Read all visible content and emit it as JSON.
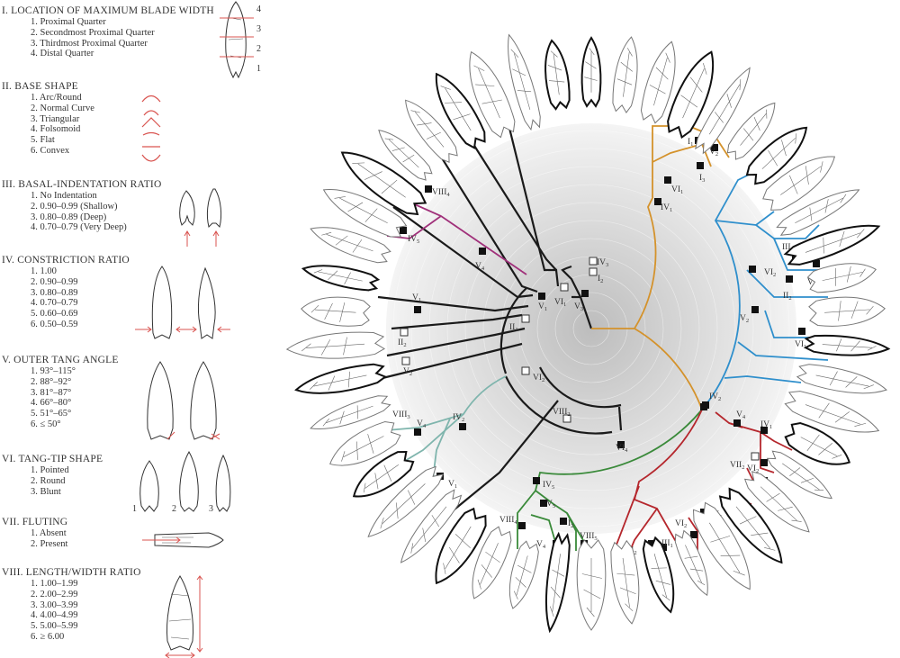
{
  "legend": [
    {
      "title": "I. LOCATION OF MAXIMUM BLADE WIDTH",
      "options": [
        "1. Proximal Quarter",
        "2. Secondmost Proximal Quarter",
        "3. Thirdmost Proximal Quarter",
        "4. Distal Quarter"
      ],
      "fig_numbers": [
        "4",
        "3",
        "2",
        "1"
      ]
    },
    {
      "title": "II. BASE SHAPE",
      "options": [
        "1. Arc/Round",
        "2. Normal Curve",
        "3. Triangular",
        "4. Folsomoid",
        "5. Flat",
        "6. Convex"
      ]
    },
    {
      "title": "III. BASAL-INDENTATION RATIO",
      "options": [
        "1. No Indentation",
        "2. 0.90–0.99 (Shallow)",
        "3. 0.80–0.89 (Deep)",
        "4. 0.70–0.79 (Very Deep)"
      ]
    },
    {
      "title": "IV. CONSTRICTION RATIO",
      "options": [
        "1. 1.00",
        "2. 0.90–0.99",
        "3. 0.80–0.89",
        "4. 0.70–0.79",
        "5. 0.60–0.69",
        "6. 0.50–0.59"
      ]
    },
    {
      "title": "V. OUTER TANG ANGLE",
      "options": [
        "1. 93°–115°",
        "2. 88°–92°",
        "3. 81°–87°",
        "4. 66°–80°",
        "5. 51°–65°",
        "6. ≤ 50°"
      ]
    },
    {
      "title": "VI. TANG-TIP SHAPE",
      "options": [
        "1. Pointed",
        "2. Round",
        "3. Blunt"
      ],
      "fig_numbers": [
        "1",
        "2",
        "3"
      ]
    },
    {
      "title": "VII. FLUTING",
      "options": [
        "1. Absent",
        "2. Present"
      ]
    },
    {
      "title": "VIII. LENGTH/WIDTH RATIO",
      "options": [
        "1. 1.00–1.99",
        "2. 2.00–2.99",
        "3. 3.00–3.99",
        "4. 4.00–4.99",
        "5. 5.00–5.99",
        "6. ≥ 6.00"
      ]
    }
  ],
  "colors": {
    "orange": "#d4922b",
    "blue": "#2f8fcc",
    "purple": "#a0307a",
    "teal": "#7fb5ad",
    "green": "#3a8a3a",
    "red": "#b5272d",
    "black": "#1a1a1a",
    "legend_red": "#d9534f"
  },
  "tree_labels": [
    {
      "r": "IV",
      "s": "3"
    },
    {
      "r": "I",
      "s": "2"
    },
    {
      "r": "VI",
      "s": "1"
    },
    {
      "r": "V",
      "s": "1"
    },
    {
      "r": "V",
      "s": "3"
    },
    {
      "r": "II",
      "s": "1"
    },
    {
      "r": "V",
      "s": "1"
    },
    {
      "r": "II",
      "s": "2"
    },
    {
      "r": "V",
      "s": "2"
    },
    {
      "r": "VI",
      "s": "2"
    },
    {
      "r": "VIII",
      "s": "2"
    },
    {
      "r": "VIII",
      "s": "4"
    },
    {
      "r": "IV",
      "s": "5"
    },
    {
      "r": "V",
      "s": "4"
    },
    {
      "r": "IV",
      "s": "1"
    },
    {
      "r": "I",
      "s": "1"
    },
    {
      "r": "V",
      "s": "2"
    },
    {
      "r": "I",
      "s": "3"
    },
    {
      "r": "VI",
      "s": "1"
    },
    {
      "r": "IV",
      "s": "1"
    },
    {
      "r": "III",
      "s": "3"
    },
    {
      "r": "VI",
      "s": "1"
    },
    {
      "r": "VI",
      "s": "2"
    },
    {
      "r": "II",
      "s": "2"
    },
    {
      "r": "V",
      "s": "2"
    },
    {
      "r": "VI",
      "s": "1"
    },
    {
      "r": "IV",
      "s": "2"
    },
    {
      "r": "VIII",
      "s": "3"
    },
    {
      "r": "V",
      "s": "4"
    },
    {
      "r": "V",
      "s": "1"
    },
    {
      "r": "VI",
      "s": "4"
    },
    {
      "r": "IV",
      "s": "5"
    },
    {
      "r": "V",
      "s": "5"
    },
    {
      "r": "I",
      "s": "2"
    },
    {
      "r": "VIII",
      "s": "4"
    },
    {
      "r": "V",
      "s": "4"
    },
    {
      "r": "VIII",
      "s": "5"
    },
    {
      "r": "IV",
      "s": "2"
    },
    {
      "r": "V",
      "s": "4"
    },
    {
      "r": "IV",
      "s": "1"
    },
    {
      "r": "VII",
      "s": "2"
    },
    {
      "r": "VI",
      "s": "2"
    },
    {
      "r": "V",
      "s": "5"
    },
    {
      "r": "V",
      "s": "5"
    },
    {
      "r": "VI",
      "s": "2"
    },
    {
      "r": "II",
      "s": "2"
    },
    {
      "r": "III",
      "s": "1"
    }
  ]
}
